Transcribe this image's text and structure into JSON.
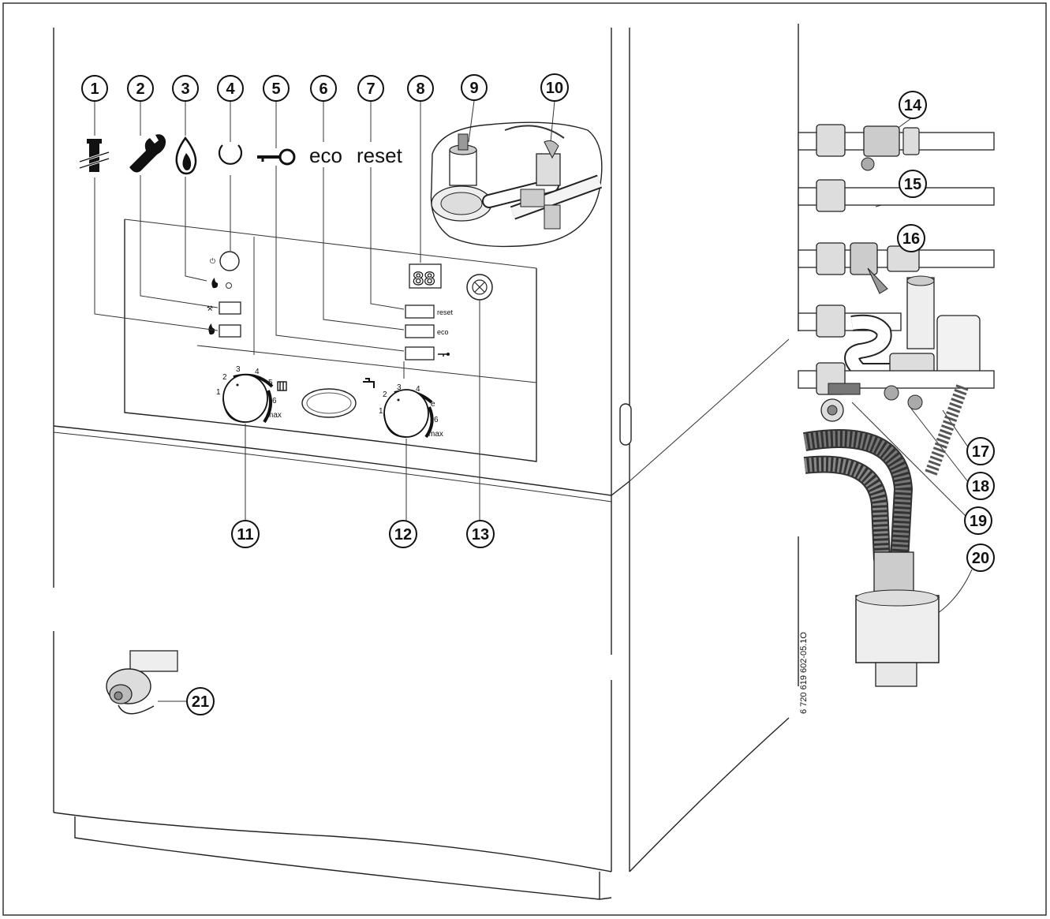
{
  "symbols": {
    "eco_label": "eco",
    "reset_label": "reset"
  },
  "panel": {
    "btn_reset_label": "reset",
    "btn_eco_label": "eco",
    "dial_left_numbers": [
      "1",
      "2",
      "3",
      "4",
      "5",
      "6"
    ],
    "dial_left_max": "max",
    "dial_right_numbers": [
      "1",
      "2",
      "3",
      "4",
      "e",
      "6"
    ],
    "dial_right_max": "max"
  },
  "callouts": {
    "c1": "1",
    "c2": "2",
    "c3": "3",
    "c4": "4",
    "c5": "5",
    "c6": "6",
    "c7": "7",
    "c8": "8",
    "c9": "9",
    "c10": "10",
    "c11": "11",
    "c12": "12",
    "c13": "13",
    "c14": "14",
    "c15": "15",
    "c16": "16",
    "c17": "17",
    "c18": "18",
    "c19": "19",
    "c20": "20",
    "c21": "21"
  },
  "figure_code": "6 720 619 602-05.1O"
}
